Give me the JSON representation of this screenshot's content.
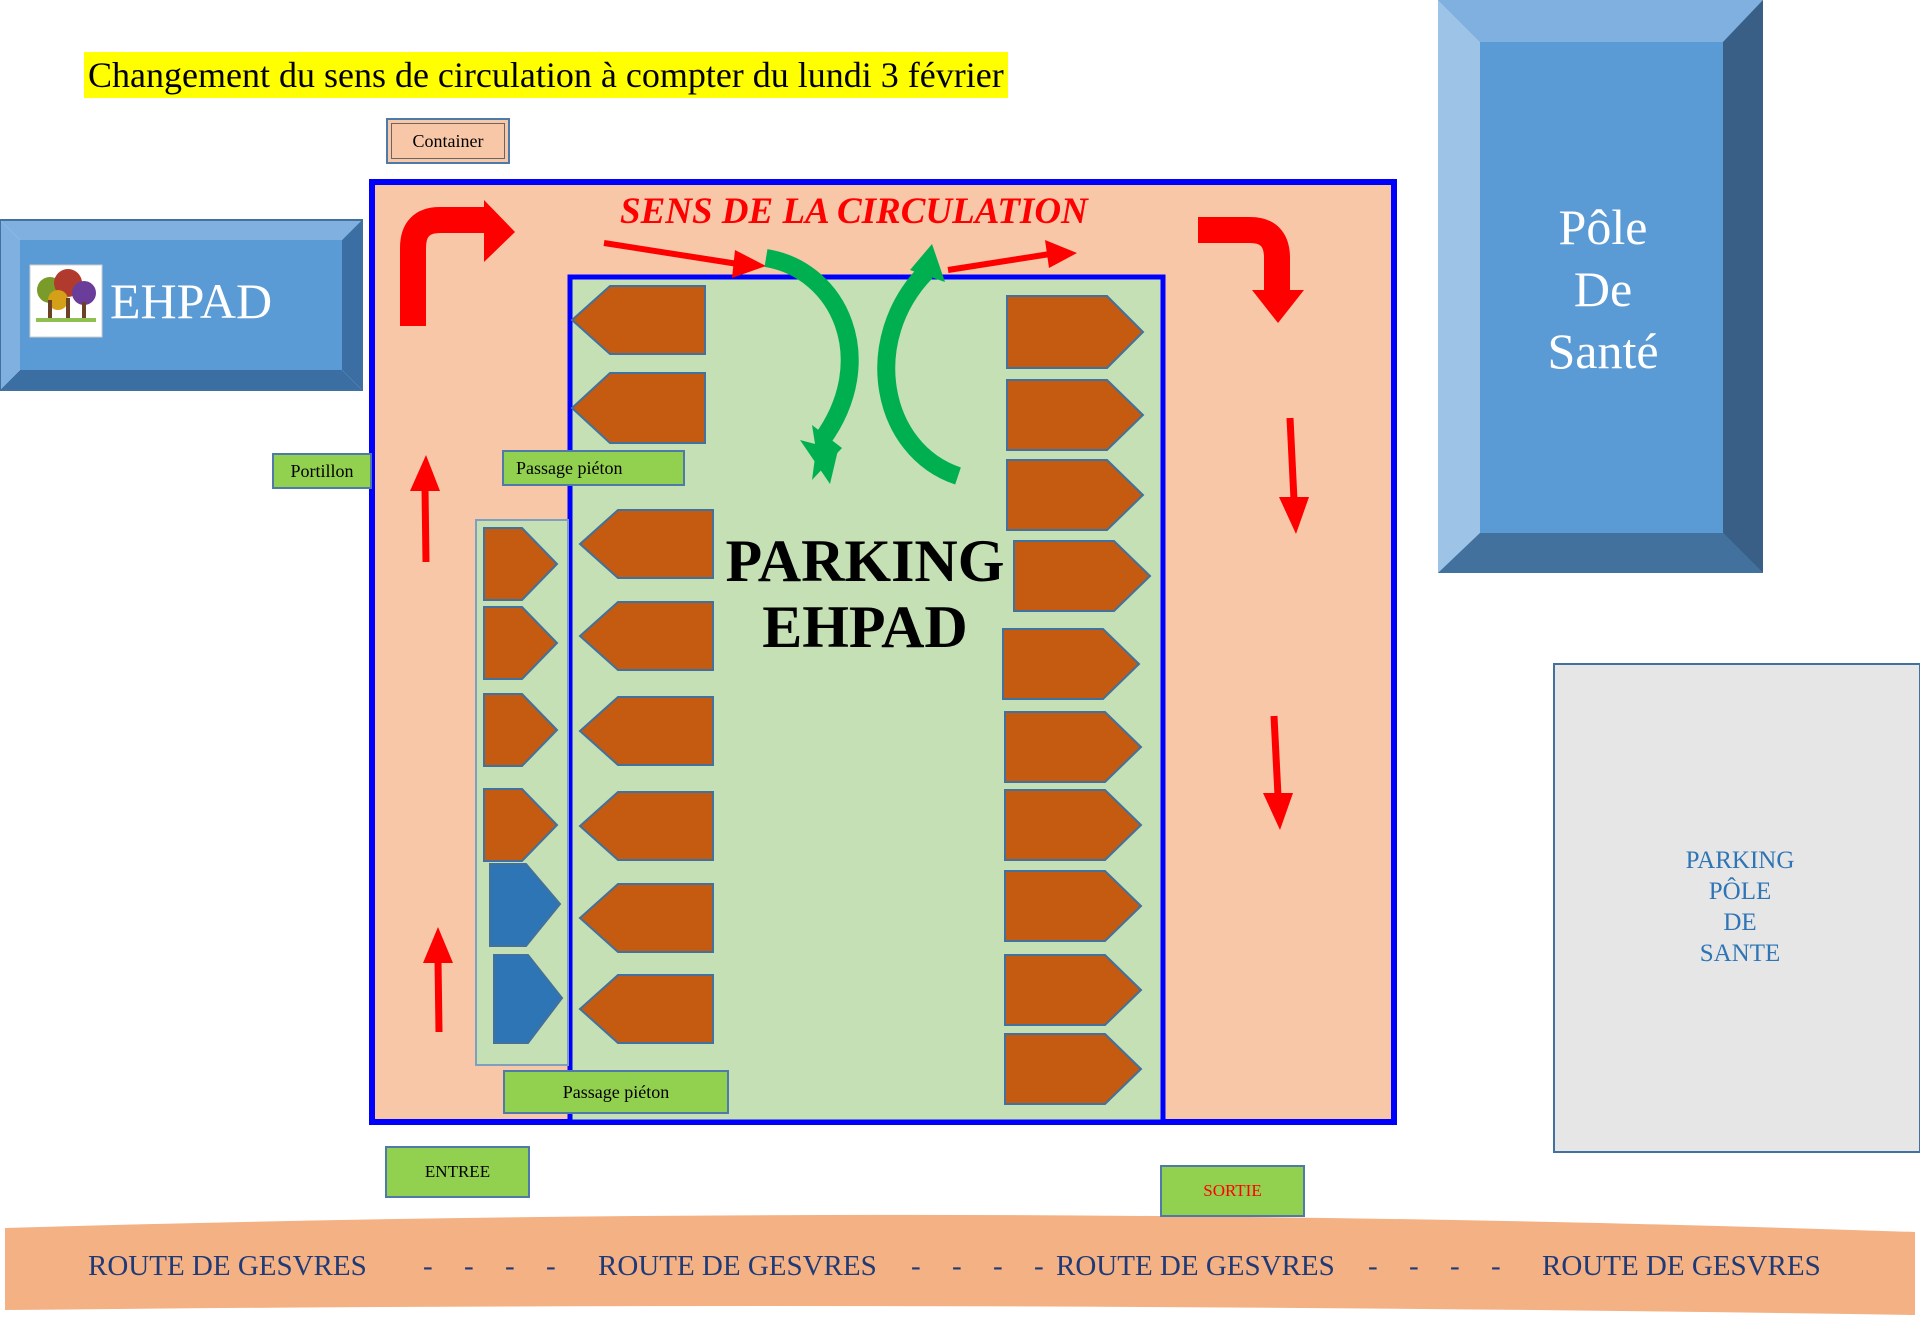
{
  "title": "Changement du sens de circulation à compter du lundi 3 février",
  "labels": {
    "container": "Container",
    "portillon": "Portillon",
    "passage_pieton_top": "Passage piéton",
    "passage_pieton_bottom": "Passage piéton",
    "entree": "ENTREE",
    "sortie": "SORTIE"
  },
  "buildings": {
    "ehpad": "EHPAD",
    "pole_line1": "Pôle",
    "pole_line2": "De",
    "pole_line3": "Santé",
    "parking_pole_line1": "PARKING",
    "parking_pole_line2": "PÔLE",
    "parking_pole_line3": "DE",
    "parking_pole_line4": "SANTE"
  },
  "parking": {
    "sens_label": "SENS DE LA CIRCULATION",
    "name_line1": "PARKING",
    "name_line2": "EHPAD"
  },
  "road": {
    "labels": [
      "ROUTE DE GESVRES",
      "ROUTE DE GESVRES",
      "ROUTE DE GESVRES",
      "ROUTE DE GESVRES"
    ],
    "separators": [
      "-",
      "-",
      "-",
      "-",
      "-",
      "-",
      "-",
      "-",
      "-",
      "-",
      "-",
      "-"
    ]
  },
  "colors": {
    "title_highlight": "#ffff00",
    "lot_fill": "#f8c7a8",
    "lot_border": "#0000ff",
    "inner_fill": "#c5e0b4",
    "space_orange": "#c55a11",
    "space_blue": "#2e75b6",
    "arrow_red": "#ff0000",
    "arrow_green": "#00b050",
    "building_blue": "#5b9bd5",
    "road": "#f4b183",
    "green_label": "#92d050",
    "sortie_text": "#ff0000"
  }
}
